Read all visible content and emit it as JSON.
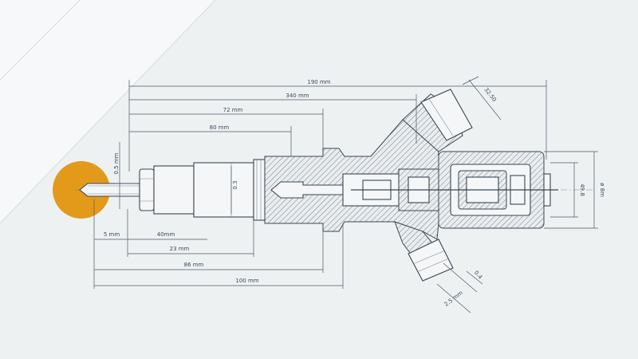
{
  "drawing": {
    "marker_color": "#e39a1a",
    "line_color": "#3a4653",
    "dimensions": {
      "d_190": "190 mm",
      "d_340": "340 mm",
      "d_72": "72 mm",
      "d_80": "80 mm",
      "d_05": "0.5 mm",
      "d_5": "5 mm",
      "d_40": "40mm",
      "d_23": "23 mm",
      "d_86": "86 mm",
      "d_100": "100 mm",
      "d_phi3": "0.3",
      "d_3250": "32.50",
      "d_498": "49.8",
      "d_phi8": "ø 8m",
      "d_04": "0.4",
      "d_25": "2.5 mm"
    }
  }
}
